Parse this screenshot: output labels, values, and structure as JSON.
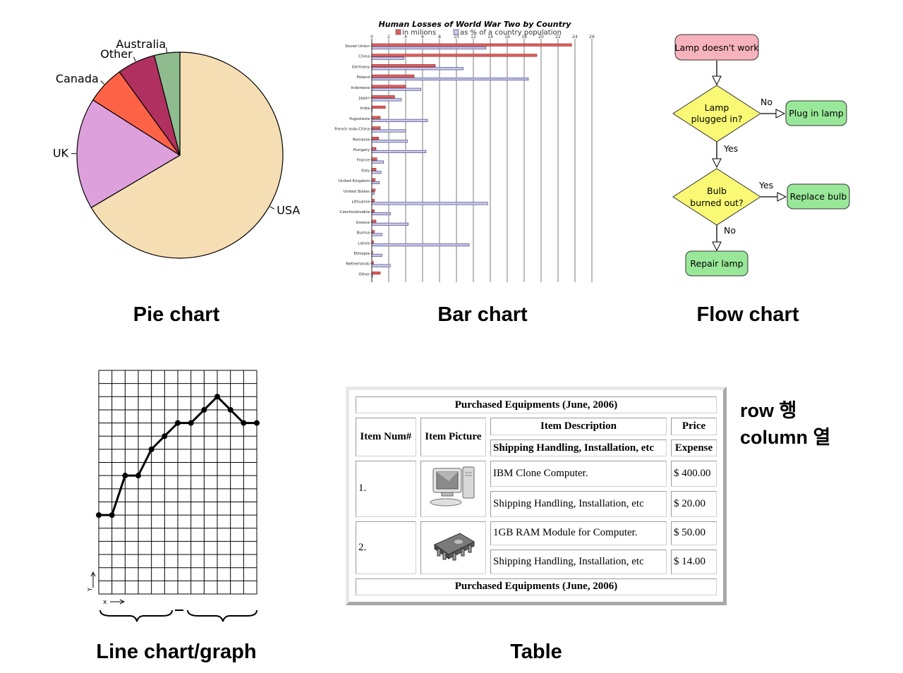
{
  "captions": {
    "pie": "Pie chart",
    "bar": "Bar chart",
    "flow": "Flow chart",
    "line": "Line chart/graph",
    "table": "Table"
  },
  "notes": {
    "row": "row 행",
    "column": "column 열"
  },
  "chart_data": [
    {
      "type": "pie",
      "labels": [
        "USA",
        "UK",
        "Canada",
        "Other",
        "Australia"
      ],
      "values": [
        66.5,
        17.5,
        6.0,
        6.0,
        4.0
      ],
      "colors": [
        "#f5deb3",
        "#dda0dd",
        "#ff6347",
        "#b03060",
        "#8fbc8f"
      ]
    },
    {
      "type": "bar",
      "title": "Human Losses of World War Two by Country",
      "legend": [
        "in milions",
        "as % of a country population"
      ],
      "series_colors": [
        "#e06060",
        "#c8c8f0"
      ],
      "x_ticks": [
        "0",
        "2",
        "4",
        "6",
        "8",
        "10",
        "12",
        "14",
        "16",
        "18",
        "20",
        "22",
        "24",
        "26"
      ],
      "xlim": [
        0,
        26
      ],
      "categories": [
        "Soviet Union",
        "China",
        "Germany",
        "Poland",
        "Indonesia",
        "Japan",
        "India",
        "Yugoslavia",
        "French Indo-China",
        "Romania",
        "Hungary",
        "France",
        "Italy",
        "United Kingdom",
        "United States",
        "Lithuania",
        "Czechoslovakia",
        "Greece",
        "Burma",
        "Latvia",
        "Ethiopia",
        "Netherlands",
        "Other"
      ],
      "series": [
        {
          "name": "in milions",
          "values": [
            23.6,
            19.5,
            7.5,
            5.0,
            4.0,
            2.7,
            1.6,
            1.0,
            1.0,
            0.8,
            0.5,
            0.6,
            0.5,
            0.4,
            0.4,
            0.3,
            0.3,
            0.5,
            0.3,
            0.2,
            0.1,
            0.2,
            1.0
          ]
        },
        {
          "name": "as % of a country population",
          "values": [
            13.5,
            3.8,
            10.8,
            18.5,
            5.8,
            3.5,
            0.05,
            6.6,
            4.0,
            4.2,
            6.4,
            1.4,
            1.1,
            0.9,
            0.3,
            13.7,
            2.2,
            4.3,
            1.2,
            11.5,
            1.2,
            2.2,
            0.1
          ]
        }
      ]
    },
    {
      "type": "line",
      "x": [
        0,
        1,
        2,
        3,
        4,
        5,
        6,
        7,
        8,
        9,
        10,
        11,
        12
      ],
      "y": [
        6,
        6,
        9,
        9,
        11,
        12,
        13,
        13,
        14,
        15,
        14,
        13,
        13
      ],
      "ylabel": "Y",
      "xlabel": "X",
      "grid": true
    }
  ],
  "flowchart": {
    "start": "Lamp doesn't work",
    "decision1": [
      "Lamp",
      "plugged in?"
    ],
    "decision1_no": "No",
    "decision1_yes": "Yes",
    "action1": "Plug in lamp",
    "decision2": [
      "Bulb",
      "burned out?"
    ],
    "decision2_yes": "Yes",
    "decision2_no": "No",
    "action2": "Replace bulb",
    "action3": "Repair lamp"
  },
  "table": {
    "caption": "Purchased Equipments (June, 2006)",
    "headers": {
      "item_num": "Item Num#",
      "item_picture": "Item Picture",
      "item_description": "Item Description",
      "price": "Price",
      "sub_description": "Shipping Handling, Installation, etc",
      "sub_price": "Expense"
    },
    "rows": [
      {
        "num": "1.",
        "icon": "computer-icon",
        "desc": "IBM Clone Computer.",
        "price": "$ 400.00",
        "ship": "Shipping Handling, Installation, etc",
        "ship_price": "$ 20.00"
      },
      {
        "num": "2.",
        "icon": "ram-chip-icon",
        "desc": "1GB RAM Module for Computer.",
        "price": "$ 50.00",
        "ship": "Shipping Handling, Installation, etc",
        "ship_price": "$ 14.00"
      }
    ],
    "footer": "Purchased Equipments (June, 2006)"
  }
}
